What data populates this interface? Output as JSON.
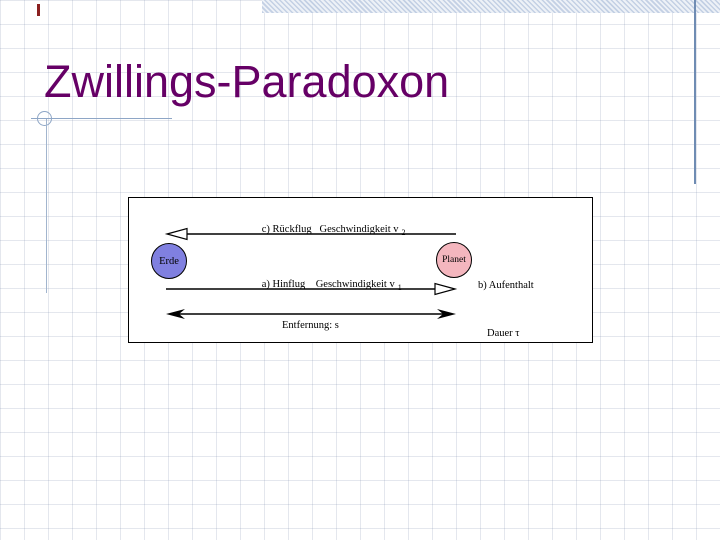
{
  "slide": {
    "title": "Zwillings-Paradoxon"
  },
  "diagram": {
    "erde_label": "Erde",
    "planet_label": "Planet",
    "return_flight": {
      "label": "c) Rückflug   Geschwindigkeit v",
      "subscript": "2"
    },
    "outbound_flight": {
      "label": "a) Hinflug    Geschwindigkeit v",
      "subscript": "1"
    },
    "stay": {
      "line1": "b) Aufenthalt",
      "line2": "Dauer τ"
    },
    "distance_label": "Entfernung: s"
  },
  "colors": {
    "title": "#660066",
    "erde_fill": "#8080e0",
    "planet_fill": "#f4b6be",
    "accent_line": "#6f8cb3",
    "top_bar_hatch": "#c3d0e4",
    "arrow": "#000000",
    "red_tick": "#8b2020"
  }
}
